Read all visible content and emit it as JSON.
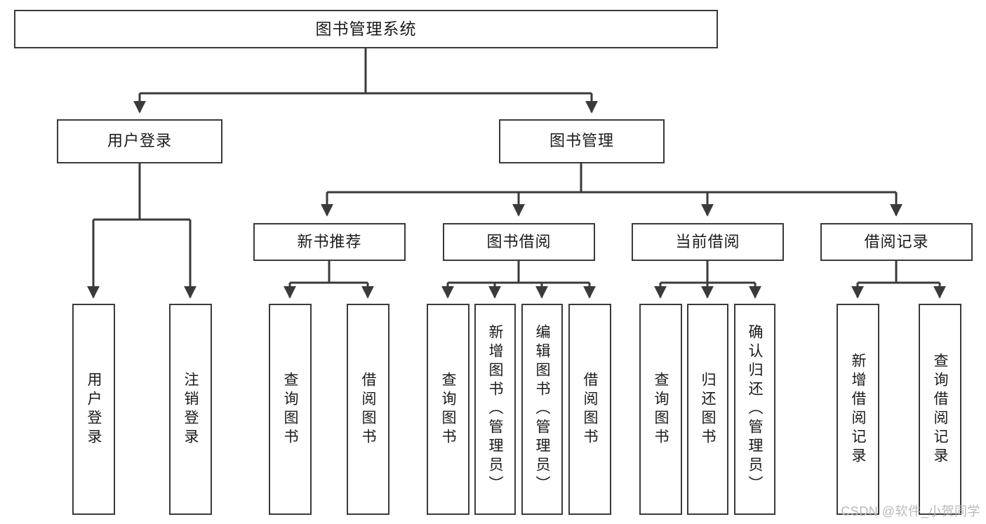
{
  "diagram": {
    "title": "图书管理系统",
    "type": "hierarchy-tree",
    "root": {
      "id": "root",
      "label": "图书管理系统",
      "orientation": "horizontal"
    },
    "level1": [
      {
        "id": "user-login",
        "label": "用户登录",
        "orientation": "horizontal"
      },
      {
        "id": "book-manage",
        "label": "图书管理",
        "orientation": "horizontal"
      }
    ],
    "level2": [
      {
        "id": "new-book-recommend",
        "label": "新书推荐",
        "orientation": "horizontal",
        "parent": "book-manage"
      },
      {
        "id": "book-borrow",
        "label": "图书借阅",
        "orientation": "horizontal",
        "parent": "book-manage"
      },
      {
        "id": "current-borrow",
        "label": "当前借阅",
        "orientation": "horizontal",
        "parent": "book-manage"
      },
      {
        "id": "borrow-record",
        "label": "借阅记录",
        "orientation": "horizontal",
        "parent": "book-manage"
      }
    ],
    "leaves": [
      {
        "id": "leaf-user-login",
        "label": "用户登录",
        "orientation": "vertical",
        "parent": "user-login"
      },
      {
        "id": "leaf-user-logout",
        "label": "注销登录",
        "orientation": "vertical",
        "parent": "user-login"
      },
      {
        "id": "leaf-query-book-1",
        "label": "查询图书",
        "orientation": "vertical",
        "parent": "new-book-recommend"
      },
      {
        "id": "leaf-borrow-book-1",
        "label": "借阅图书",
        "orientation": "vertical",
        "parent": "new-book-recommend"
      },
      {
        "id": "leaf-query-book-2",
        "label": "查询图书",
        "orientation": "vertical",
        "parent": "book-borrow"
      },
      {
        "id": "leaf-add-book",
        "label": "新增图书（管理员）",
        "orientation": "vertical",
        "parent": "book-borrow"
      },
      {
        "id": "leaf-edit-book",
        "label": "编辑图书（管理员）",
        "orientation": "vertical",
        "parent": "book-borrow"
      },
      {
        "id": "leaf-borrow-book-2",
        "label": "借阅图书",
        "orientation": "vertical",
        "parent": "book-borrow"
      },
      {
        "id": "leaf-query-book-3",
        "label": "查询图书",
        "orientation": "vertical",
        "parent": "current-borrow"
      },
      {
        "id": "leaf-return-book",
        "label": "归还图书",
        "orientation": "vertical",
        "parent": "current-borrow"
      },
      {
        "id": "leaf-confirm-return",
        "label": "确认归还（管理员）",
        "orientation": "vertical",
        "parent": "current-borrow"
      },
      {
        "id": "leaf-add-record",
        "label": "新增借阅记录",
        "orientation": "vertical",
        "parent": "borrow-record"
      },
      {
        "id": "leaf-query-record",
        "label": "查询借阅记录",
        "orientation": "vertical",
        "parent": "borrow-record"
      }
    ]
  },
  "watermark": {
    "text": "CSDN @软件_小贺同学"
  },
  "colors": {
    "stroke": "#3a3a3a",
    "background": "#ffffff",
    "text": "#1a1a1a",
    "watermark": "#b9b9b9"
  }
}
